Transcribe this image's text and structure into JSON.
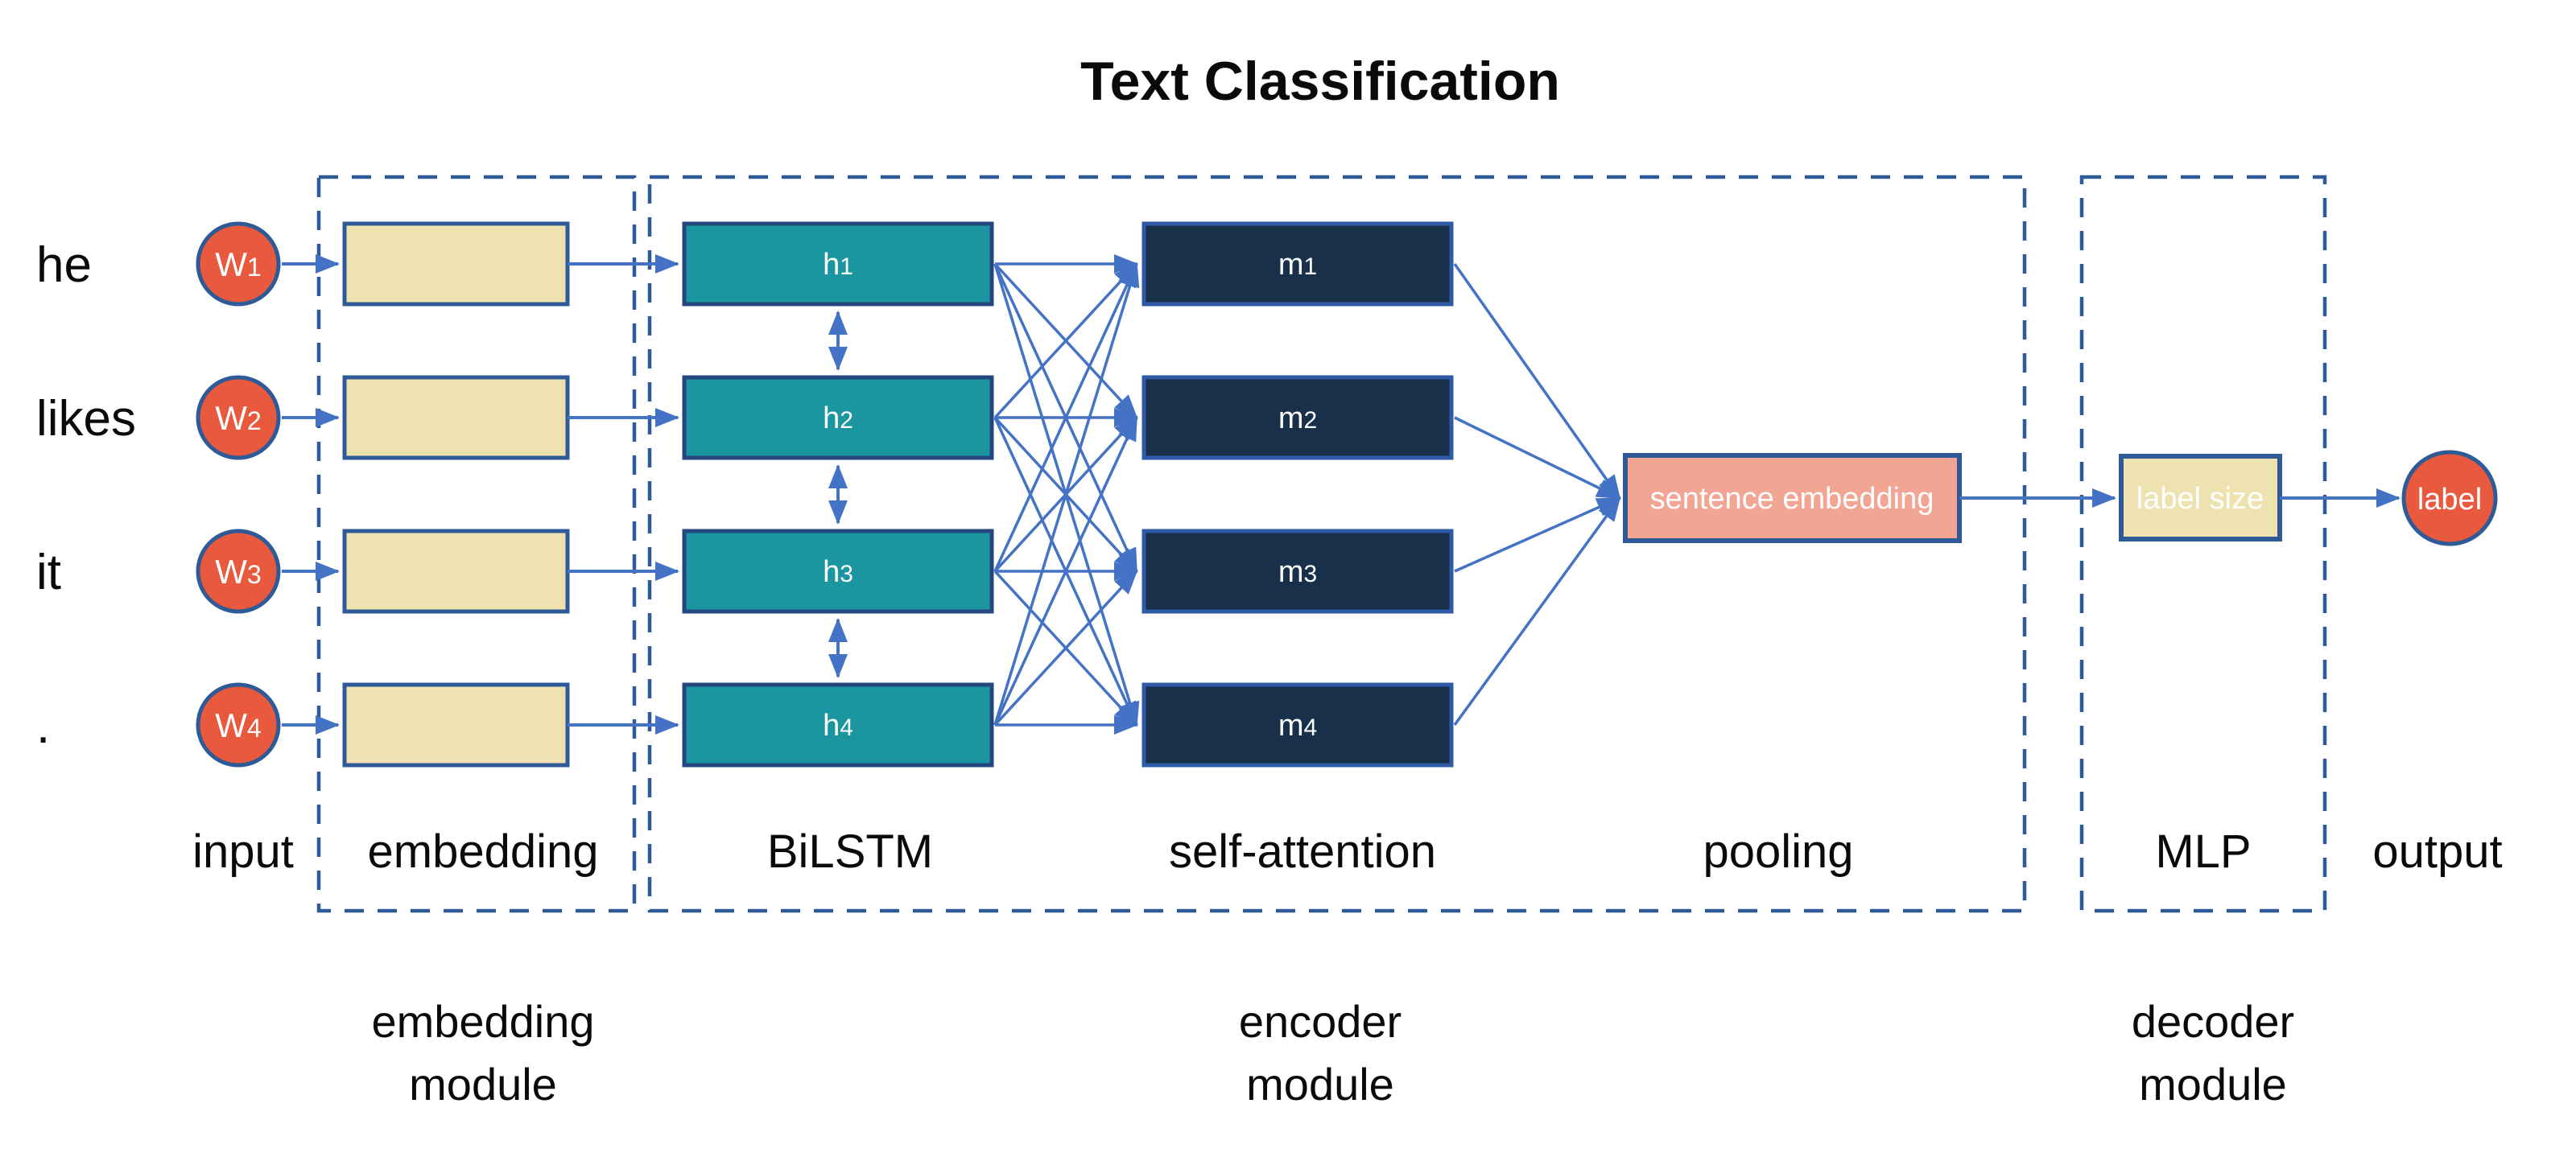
{
  "title": "Text Classification",
  "colors": {
    "node_red": "#e8593e",
    "tan": "#eee3b0",
    "teal": "#1b96a0",
    "navy": "#18304a",
    "salmon": "#f3a593",
    "arrow_blue": "#4472c4",
    "dash_blue": "#2e5a97"
  },
  "units": {
    "w": "W",
    "h": "h",
    "m": "m"
  },
  "rows": [
    {
      "word": "he",
      "num": "1"
    },
    {
      "word": "likes",
      "num": "2"
    },
    {
      "word": "it",
      "num": "3"
    },
    {
      "word": ".",
      "num": "4"
    }
  ],
  "boxes": {
    "pooling": "sentence embedding",
    "decoder": "label size",
    "output": "label"
  },
  "stages": {
    "input": "input",
    "embedding": "embedding",
    "bilstm": "BiLSTM",
    "self_attention": "self-attention",
    "pooling": "pooling",
    "mlp": "MLP",
    "output": "output"
  },
  "modules": {
    "embedding": {
      "line1": "embedding",
      "line2": "module"
    },
    "encoder": {
      "line1": "encoder",
      "line2": "module"
    },
    "decoder": {
      "line1": "decoder",
      "line2": "module"
    }
  }
}
